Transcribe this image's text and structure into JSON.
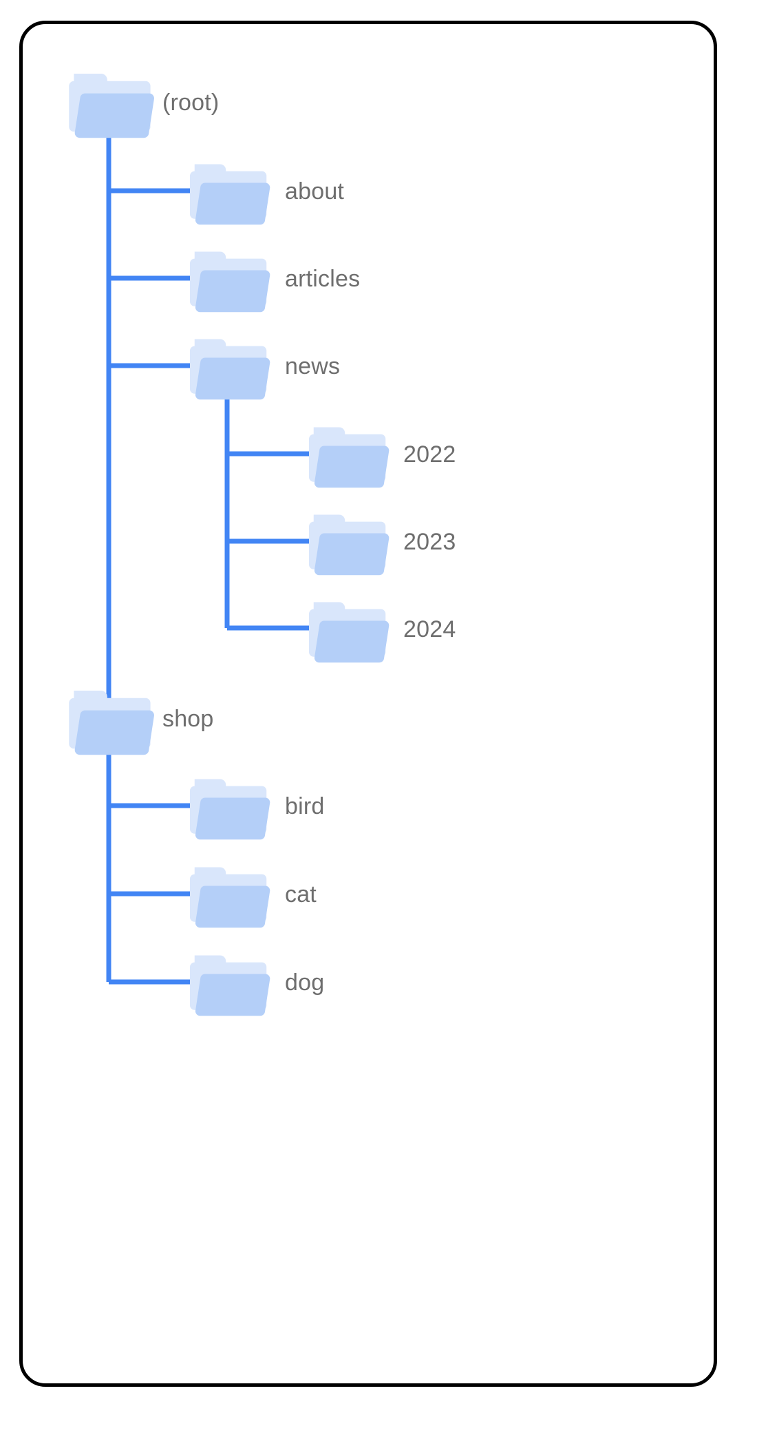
{
  "card": {
    "border_color": "#000000",
    "background": "#ffffff"
  },
  "theme": {
    "connector_color": "#4285F4",
    "folder_back_color": "#D9E6FB",
    "folder_front_color": "#B4CFF8",
    "label_color": "#6E6E6E"
  },
  "tree": {
    "root": {
      "label": "(root)",
      "icon": "folder-icon",
      "children": [
        {
          "label": "about",
          "icon": "folder-icon",
          "children": []
        },
        {
          "label": "articles",
          "icon": "folder-icon",
          "children": []
        },
        {
          "label": "news",
          "icon": "folder-icon",
          "children": [
            {
              "label": "2022",
              "icon": "folder-icon",
              "children": []
            },
            {
              "label": "2023",
              "icon": "folder-icon",
              "children": []
            },
            {
              "label": "2024",
              "icon": "folder-icon",
              "children": []
            }
          ]
        },
        {
          "label": "shop",
          "icon": "folder-icon",
          "children": [
            {
              "label": "bird",
              "icon": "folder-icon",
              "children": []
            },
            {
              "label": "cat",
              "icon": "folder-icon",
              "children": []
            },
            {
              "label": "dog",
              "icon": "folder-icon",
              "children": []
            }
          ]
        }
      ]
    }
  },
  "nodes": {
    "root": {
      "label": "(root)"
    },
    "about": {
      "label": "about"
    },
    "articles": {
      "label": "articles"
    },
    "news": {
      "label": "news"
    },
    "y2022": {
      "label": "2022"
    },
    "y2023": {
      "label": "2023"
    },
    "y2024": {
      "label": "2024"
    },
    "shop": {
      "label": "shop"
    },
    "bird": {
      "label": "bird"
    },
    "cat": {
      "label": "cat"
    },
    "dog": {
      "label": "dog"
    }
  }
}
